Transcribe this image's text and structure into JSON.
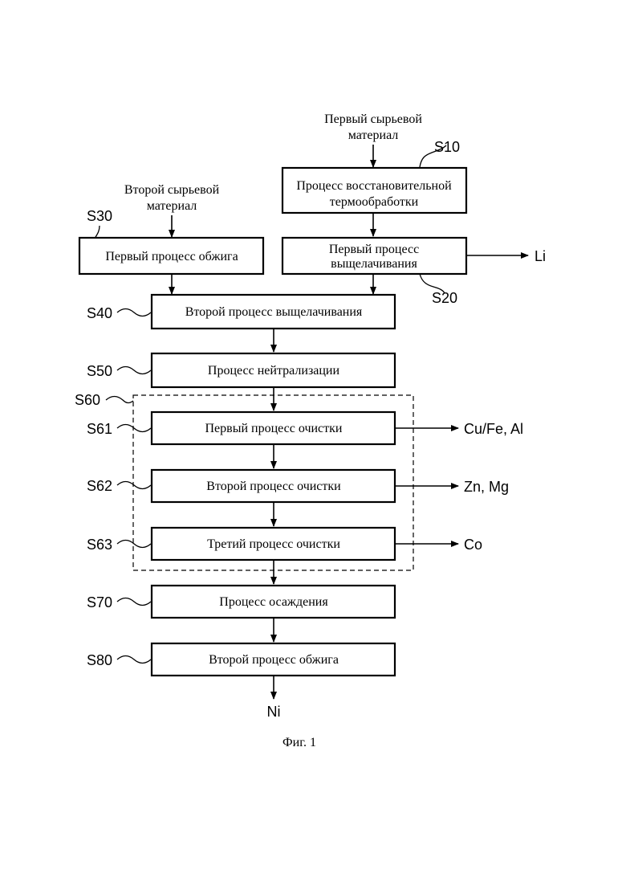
{
  "inputs": {
    "first_raw_line1": "Первый сырьевой",
    "first_raw_line2": "материал",
    "second_raw_line1": "Второй сырьевой",
    "second_raw_line2": "материал"
  },
  "steps": {
    "s10": {
      "label": "S10",
      "line1": "Процесс восстановительной",
      "line2": "термообработки"
    },
    "s20": {
      "label": "S20",
      "line1": "Первый процесс",
      "line2": "выщелачивания"
    },
    "s30": {
      "label": "S30",
      "text": "Первый процесс обжига"
    },
    "s40": {
      "label": "S40",
      "text": "Второй процесс выщелачивания"
    },
    "s50": {
      "label": "S50",
      "text": "Процесс нейтрализации"
    },
    "s60": {
      "label": "S60"
    },
    "s61": {
      "label": "S61",
      "text": "Первый процесс очистки"
    },
    "s62": {
      "label": "S62",
      "text": "Второй процесс очистки"
    },
    "s63": {
      "label": "S63",
      "text": "Третий процесс очистки"
    },
    "s70": {
      "label": "S70",
      "text": "Процесс осаждения"
    },
    "s80": {
      "label": "S80",
      "text": "Второй процесс обжига"
    }
  },
  "outputs": {
    "li": "Li",
    "cu_fe_al": "Cu/Fe, Al",
    "zn_mg": "Zn, Mg",
    "co": "Co",
    "ni": "Ni"
  },
  "caption": "Фиг. 1"
}
